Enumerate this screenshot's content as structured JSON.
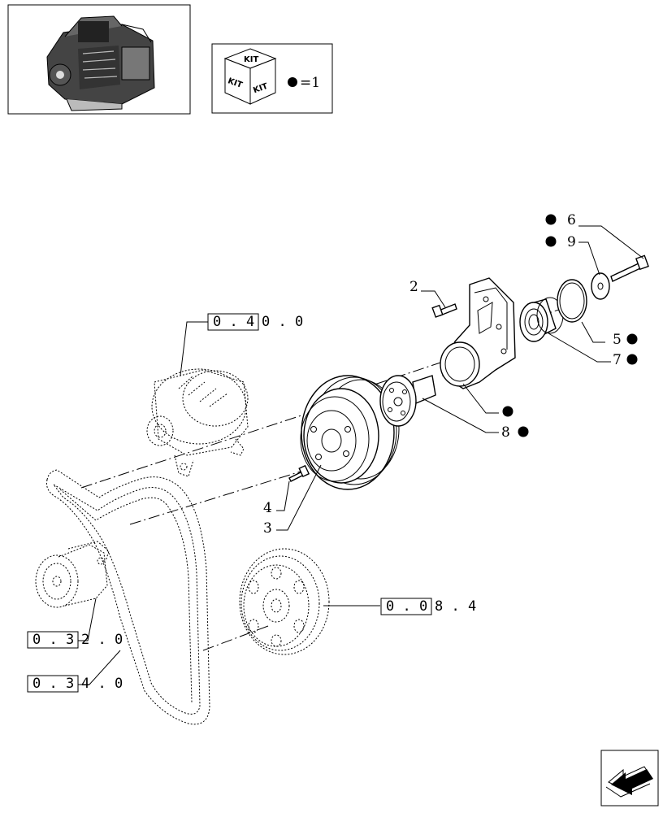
{
  "kit_legend": {
    "cube_text_top": "KIT",
    "cube_text_left": "KIT",
    "cube_text_right": "KIT",
    "equals_text": "=1"
  },
  "callouts": {
    "p2": "2",
    "p3": "3",
    "p4": "4",
    "p5": "5",
    "p6": "6",
    "p7": "7",
    "p8": "8",
    "p9": "9"
  },
  "references": {
    "alternator": {
      "boxed": "0 . 4",
      "rest": "0 . 0"
    },
    "crankshaft": {
      "boxed": "0 . 0",
      "rest": "8 . 4"
    },
    "tensioner": {
      "boxed": "0 . 3",
      "rest": "2 . 0"
    },
    "belt": {
      "boxed": "0 . 3",
      "rest": "4 . 0"
    }
  },
  "colors": {
    "ink": "#000000",
    "paper": "#ffffff"
  },
  "icons": {
    "engine": "engine-thumbnail-icon",
    "kit": "kit-cube-icon",
    "nav": "navigation-arrow-icon"
  }
}
